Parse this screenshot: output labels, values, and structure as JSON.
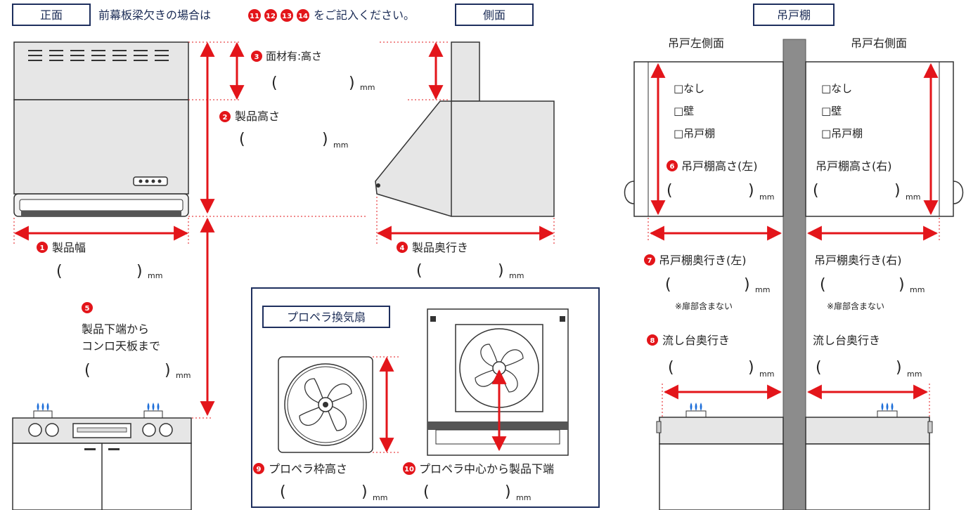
{
  "colors": {
    "navy": "#1e2f5e",
    "red": "#e3151a",
    "gray": "#e6e6e6",
    "dark": "#333333",
    "pillar": "#8c8c8c"
  },
  "front": {
    "header": "正面",
    "note_prefix": "前幕板梁欠きの場合は",
    "note_numbers": [
      "11",
      "12",
      "13",
      "14"
    ],
    "note_suffix": "をご記入ください。"
  },
  "side": {
    "header": "側面"
  },
  "hanging": {
    "header": "吊戸棚",
    "left_title": "吊戸左側面",
    "right_title": "吊戸右側面",
    "options": [
      "□なし",
      "□壁",
      "□吊戸棚"
    ],
    "note": "※扉部含まない"
  },
  "fan_box": {
    "title": "プロペラ換気扇"
  },
  "unit": "mm",
  "paren_open": "(",
  "paren_close": ")",
  "items": {
    "i1": {
      "num": "1",
      "label": "製品幅"
    },
    "i2": {
      "num": "2",
      "label": "製品高さ"
    },
    "i3": {
      "num": "3",
      "label": "面材有:高さ"
    },
    "i4": {
      "num": "4",
      "label": "製品奥行き"
    },
    "i5": {
      "num": "5",
      "line1": "製品下端から",
      "line2": "コンロ天板まで"
    },
    "i6": {
      "num": "6",
      "label": "吊戸棚高さ(左)"
    },
    "i6r": {
      "label": "吊戸棚高さ(右)"
    },
    "i7": {
      "num": "7",
      "label": "吊戸棚奥行き(左)"
    },
    "i7r": {
      "label": "吊戸棚奥行き(右)"
    },
    "i8": {
      "num": "8",
      "label": "流し台奥行き"
    },
    "i8r": {
      "label": "流し台奥行き"
    },
    "i9": {
      "num": "9",
      "label": "プロペラ枠高さ"
    },
    "i10": {
      "num": "10",
      "label": "プロペラ中心から製品下端"
    }
  }
}
